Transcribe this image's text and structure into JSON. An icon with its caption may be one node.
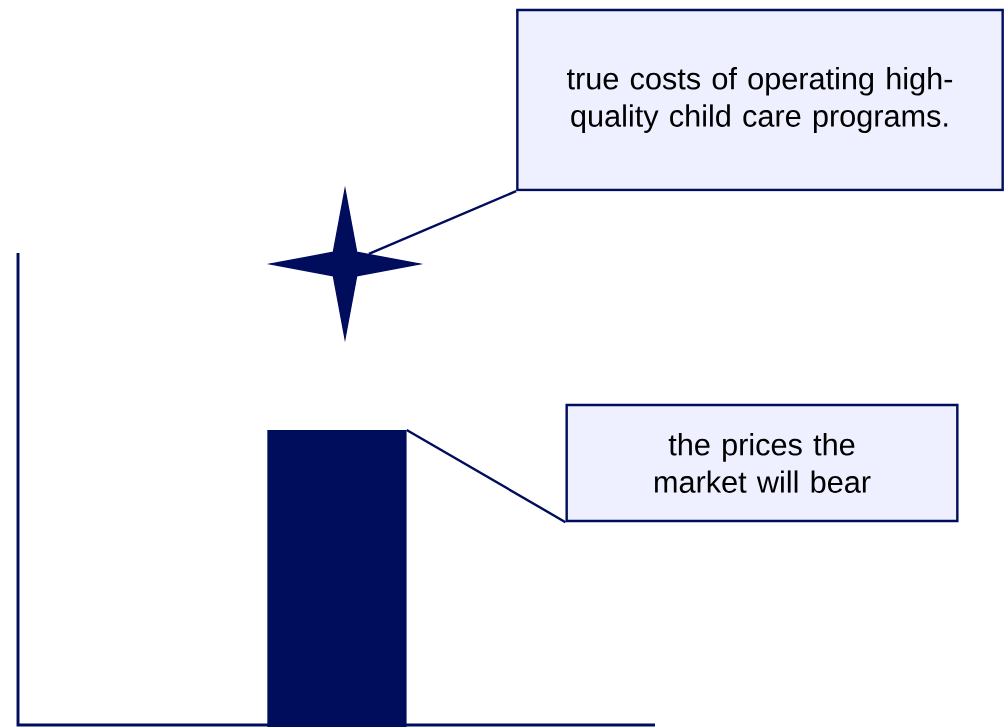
{
  "diagram": {
    "nodes": [
      {
        "text": [
          "true costs of operating high-quality child care programs."
        ]
      },
      {
        "text": [],
        "shape": "star"
      },
      {
        "text": [
          "the prices the market will bear"
        ]
      },
      {
        "text": [],
        "shape": "bar"
      }
    ],
    "edges": [
      {
        "from": 0,
        "to": 1,
        "arrow": "none"
      },
      {
        "from": 2,
        "to": 3,
        "arrow": "none"
      }
    ]
  }
}
